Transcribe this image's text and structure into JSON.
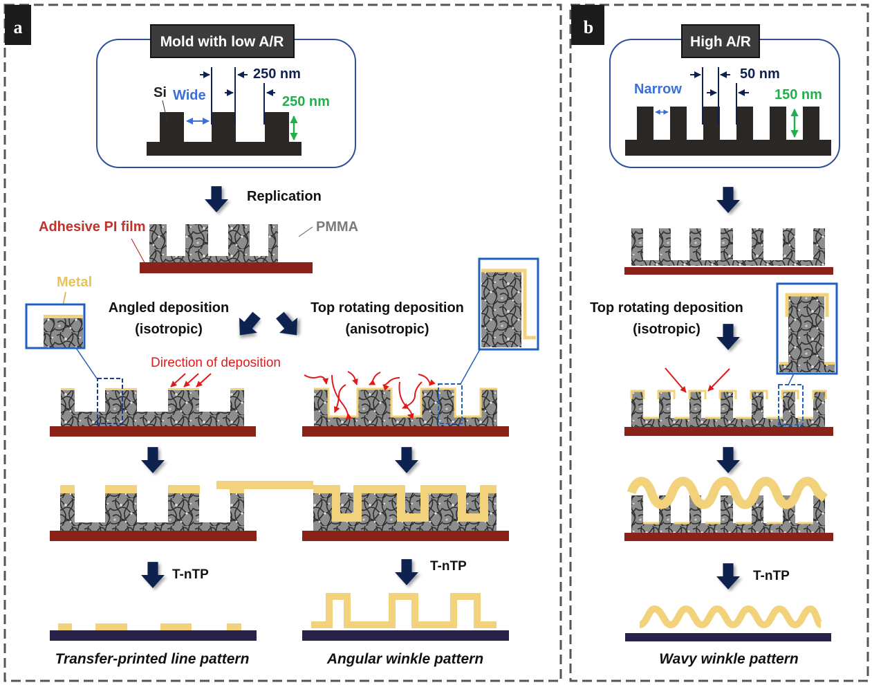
{
  "panels": [
    {
      "letter": "a",
      "mold_title": "Mold with low A/R",
      "mold_material": "Si",
      "gap_label": "Wide",
      "width_dim": "250 nm",
      "height_dim": "250 nm",
      "step_replication": "Replication",
      "film_label": "Adhesive PI film",
      "polymer_label": "PMMA",
      "metal_label": "Metal",
      "left_branch": {
        "line1": "Angled deposition",
        "line2": "(isotropic)"
      },
      "right_branch": {
        "line1": "Top rotating deposition",
        "line2": "(anisotropic)"
      },
      "direction_label": "Direction of deposition",
      "transfer_left": "T-nTP",
      "transfer_right": "T-nTP",
      "result_left": "Transfer-printed line pattern",
      "result_right": "Angular winkle pattern"
    },
    {
      "letter": "b",
      "mold_title": "High A/R",
      "gap_label": "Narrow",
      "width_dim": "50 nm",
      "height_dim": "150 nm",
      "branch": {
        "line1": "Top rotating deposition",
        "line2": "(isotropic)"
      },
      "transfer": "T-nTP",
      "result": "Wavy winkle pattern"
    }
  ],
  "colors": {
    "mold": "#2a2724",
    "film": "#8a2219",
    "metal": "#f2d27a",
    "substrate": "#27224a",
    "arrow": "#0f2150",
    "frame_blue": "#1f5fbf",
    "wide_blue": "#3a6fd8",
    "dim_green": "#1fb04c",
    "red": "#e01a1a",
    "film_text": "#c0322a",
    "gray_text": "#7a7a7a",
    "metal_text": "#e8c35a"
  }
}
